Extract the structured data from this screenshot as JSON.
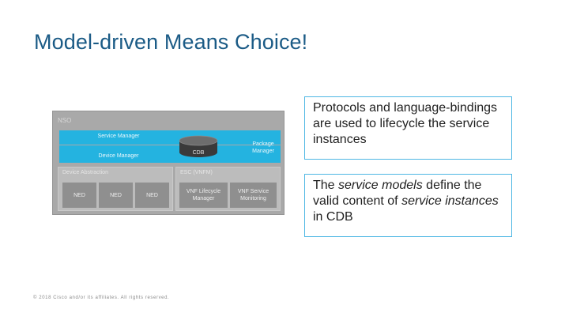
{
  "slide": {
    "title": "Model-driven Means Choice!",
    "footer": "© 2018 Cisco and/or its affiliates. All rights reserved."
  },
  "diagram": {
    "nso_label": "NSO",
    "service_manager": "Service Manager",
    "device_manager": "Device Manager",
    "package_manager_line1": "Package",
    "package_manager_line2": "Manager",
    "cdb": "CDB",
    "device_abstraction": {
      "label": "Device Abstraction",
      "neds": [
        "NED",
        "NED",
        "NED"
      ]
    },
    "esc": {
      "label": "ESC (VNFM)",
      "lifecycle_line1": "VNF Lifecycle",
      "lifecycle_line2": "Manager",
      "monitoring_line1": "VNF Service",
      "monitoring_line2": "Monitoring"
    },
    "colors": {
      "band": "#24b3e0",
      "panel": "#bcbcbc",
      "box": "#8f8f8f",
      "cdb_cylinder": "#3a3a3a"
    }
  },
  "callouts": {
    "first": "Protocols and language-bindings are used to lifecycle the service instances",
    "second": {
      "part1": "The ",
      "part2": "service models",
      "part3": " define the valid content of ",
      "part4": "service instances",
      "part5": " in CDB"
    }
  },
  "colors": {
    "title": "#1b5b86",
    "callout_border": "#4eb7e4"
  }
}
